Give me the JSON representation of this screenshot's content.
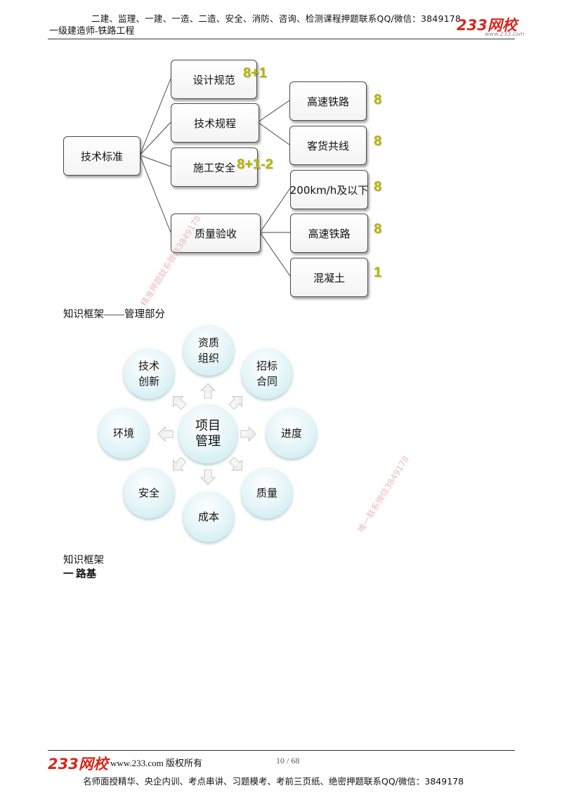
{
  "header": {
    "line1": "二建、监理、一建、一造、二造、安全、消防、咨询、检测课程押题联系QQ/微信：3849178",
    "line2": "一级建造师-铁路工程",
    "logo": "233网校",
    "logo_url": "www.233.com"
  },
  "tree": {
    "root": "技术标准",
    "branches": [
      {
        "label": "设计规范",
        "score": "8+1"
      },
      {
        "label": "技术规程"
      },
      {
        "label": "施工安全",
        "score": "8+1-2"
      },
      {
        "label": "质量验收"
      }
    ],
    "leaves": [
      {
        "label": "高速铁路",
        "score": "8"
      },
      {
        "label": "客货共线",
        "score": "8"
      },
      {
        "label": "200km/h及以下",
        "score": "8"
      },
      {
        "label": "高速铁路",
        "score": "8"
      },
      {
        "label": "混凝土",
        "score": "1"
      }
    ]
  },
  "section1_title": "知识框架——管理部分",
  "cycle": {
    "center": [
      "项目",
      "管理"
    ],
    "nodes": [
      {
        "lines": [
          "资质",
          "组织"
        ]
      },
      {
        "lines": [
          "招标",
          "合同"
        ]
      },
      {
        "lines": [
          "进度"
        ]
      },
      {
        "lines": [
          "质量"
        ]
      },
      {
        "lines": [
          "成本"
        ]
      },
      {
        "lines": [
          "安全"
        ]
      },
      {
        "lines": [
          "环境"
        ]
      },
      {
        "lines": [
          "技术",
          "创新"
        ]
      }
    ]
  },
  "watermarks": [
    "精准押题联系微信3849178",
    "唯一联系微信3849178"
  ],
  "section2_title": "知识框架",
  "section2_sub": "一  路基",
  "footer": {
    "logo": "233网校",
    "url_text": "www.233.com 版权所有",
    "page": "10 / 68",
    "line2": "名师面授精华、央企内训、考点串讲、习题模考、考前三页纸、绝密押题联系QQ/微信：3849178"
  },
  "colors": {
    "logo_red": "#d6281d",
    "score_olive": "#b7b400",
    "circle_fill": "#c6e8ee",
    "watermark_pink": "#e5a6a6"
  }
}
